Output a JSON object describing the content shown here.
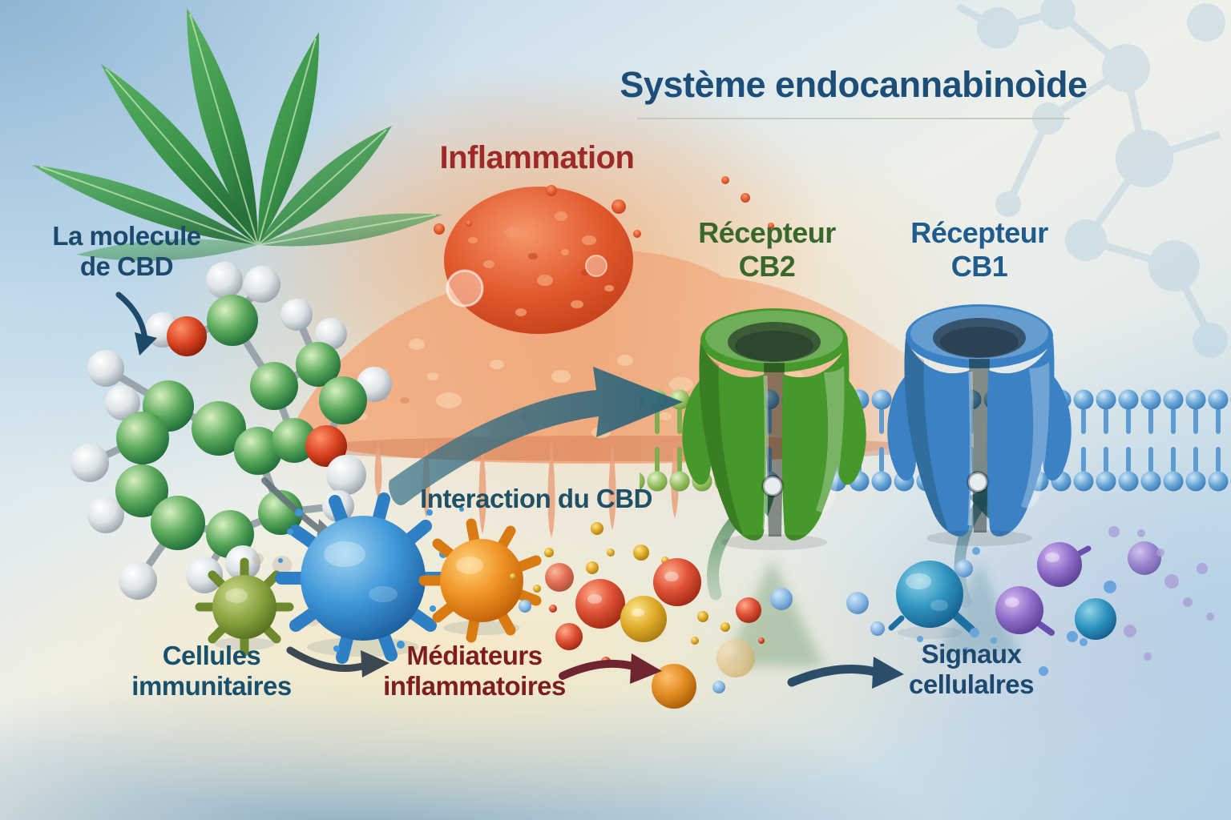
{
  "title": "Système endocannabinoìde",
  "sections": {
    "molecule": {
      "line1": "La molecule",
      "line2": "de CBD"
    },
    "inflammation": {
      "label": "Inflammation"
    },
    "receptor_cb2": {
      "line1": "Récepteur",
      "line2": "CB2"
    },
    "receptor_cb1": {
      "line1": "Récepteur",
      "line2": "CB1"
    },
    "interaction": {
      "label": "Interaction du CBD"
    },
    "immune_cells": {
      "line1": "Cellules",
      "line2": "immunitaires"
    },
    "mediators": {
      "line1": "Médiateurs",
      "line2": "inflammatoires"
    },
    "signals": {
      "line1": "Signaux",
      "line2": "cellulalres"
    }
  },
  "colors": {
    "title_text": "#1d4e78",
    "inflammation_text": "#9e2a28",
    "molecule_label_text": "#1c4a6e",
    "cb2_label_text": "#3a672c",
    "cb1_label_text": "#1f5c8d",
    "interaction_text": "#1e5066",
    "immune_text": "#19506b",
    "mediators_text": "#7e1d1f",
    "signals_text": "#1d4870",
    "cb2_receptor": "#46982b",
    "cb1_receptor": "#3b82c4",
    "membrane_blue": "#6aa7d8",
    "membrane_green": "#8fbf5a",
    "leaf_green": "#3f9e4d",
    "inflamed_tissue": "#e2552e",
    "molecule_carbon": "#4f9e4f",
    "molecule_oxygen": "#cc2e10",
    "molecule_hydrogen": "#e8ecee",
    "arrow_teal": "#2f6b7e"
  },
  "illustrations": {
    "cannabis_leaf": "cannabis-leaf-illustration",
    "cbd_molecule": "cbd-molecule-illustration",
    "inflamed_tissue": "inflamed-tissue-illustration",
    "cell_membrane": "cell-membrane-illustration",
    "cb2_receptor": "cb2-receptor-illustration",
    "cb1_receptor": "cb1-receptor-illustration",
    "immune_cells": "immune-cells-illustration",
    "inflammatory_mediators": "inflammatory-mediators-illustration",
    "cell_signals": "cell-signals-illustration",
    "molecule_watermark": "molecule-watermark"
  }
}
